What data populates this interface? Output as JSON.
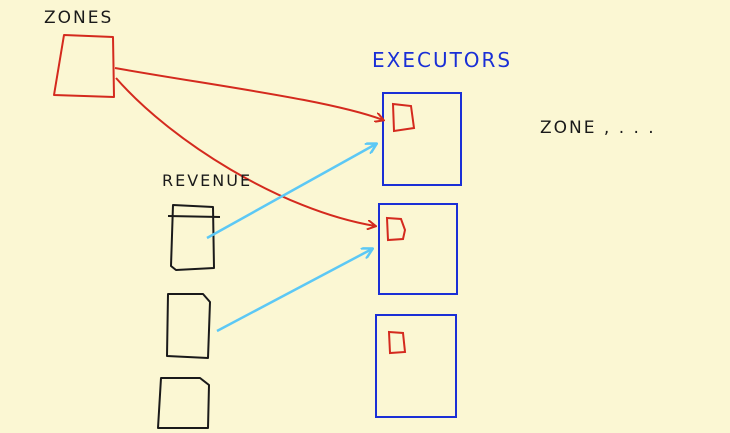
{
  "labels": {
    "zones": "ZONES",
    "executors": "EXECUTORS",
    "revenue": "REVENUE",
    "zone_ellipsis": "ZONE , . . ."
  },
  "colors": {
    "background": "#fbf7d3",
    "zones": "#d42a1e",
    "executors": "#1a2fd6",
    "revenue": "#1a1a1a",
    "revenue_arrows": "#5cc8f5"
  },
  "diagram": {
    "zones_count": 1,
    "revenue_partitions": 3,
    "executors": 3,
    "executor_cached_zones": 3
  }
}
